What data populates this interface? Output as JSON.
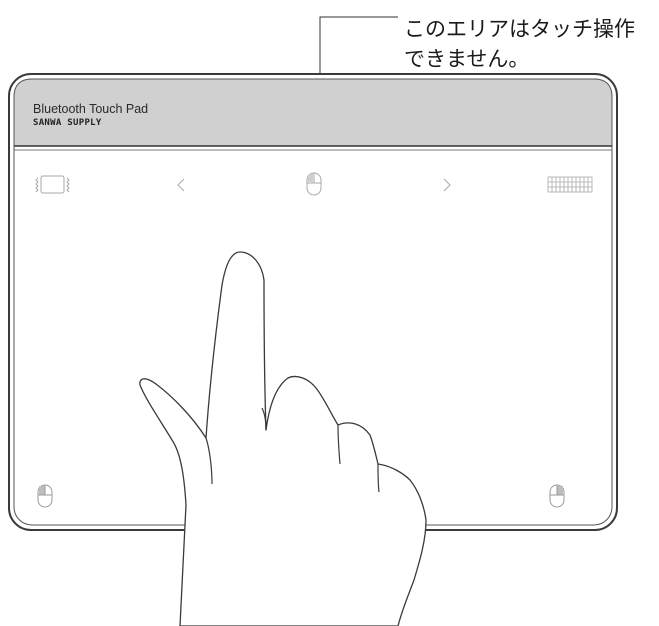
{
  "callout": {
    "line1": "このエリアはタッチ操作",
    "line2": "できません。"
  },
  "device": {
    "title": "Bluetooth Touch Pad",
    "brand": "SANWA SUPPLY"
  },
  "icons": {
    "top_row": [
      "screen-zoom-icon",
      "chevron-left-icon",
      "mouse-icon",
      "chevron-right-icon",
      "keyboard-icon"
    ],
    "bottom_row": [
      "mouse-left-button-icon",
      "mouse-right-button-icon"
    ]
  },
  "colors": {
    "header_band": "#d0d0d0",
    "outline": "#3a3a3a",
    "icon_stroke": "#aaaaaa"
  }
}
